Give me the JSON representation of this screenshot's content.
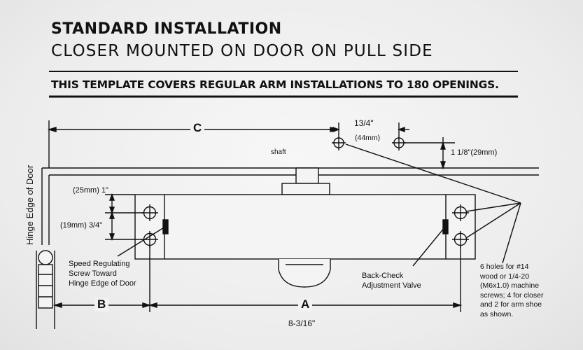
{
  "header": {
    "title": "STANDARD INSTALLATION",
    "subtitle": "CLOSER MOUNTED ON DOOR ON PULL SIDE",
    "coverage": "THIS TEMPLATE COVERS REGULAR ARM INSTALLATIONS TO 180 OPENINGS."
  },
  "diagram": {
    "hinge_label": "Hinge Edge of Door",
    "dim_c": "C",
    "dim_b": "B",
    "dim_a": "A",
    "dim_a_value": "8-3/16\"",
    "dim_top_spacing": "13/4\"",
    "dim_top_spacing_mm": "(44mm)",
    "dim_arm_offset": "1 1/8\"(29mm)",
    "dim_body_height": "(25mm) 1\"",
    "dim_hole_spacing": "(19mm) 3/4\"",
    "shaft_label": "shaft",
    "speed_valve_label": "Speed Regulating\nScrew Toward\nHinge Edge of Door",
    "backcheck_label": "Back-Check\nAdjustment Valve",
    "holes_note": "6 holes for #14\nwood or 1/4-20\n(M6x1.0) machine\nscrews; 4 for closer\nand 2 for arm shoe\nas shown."
  }
}
